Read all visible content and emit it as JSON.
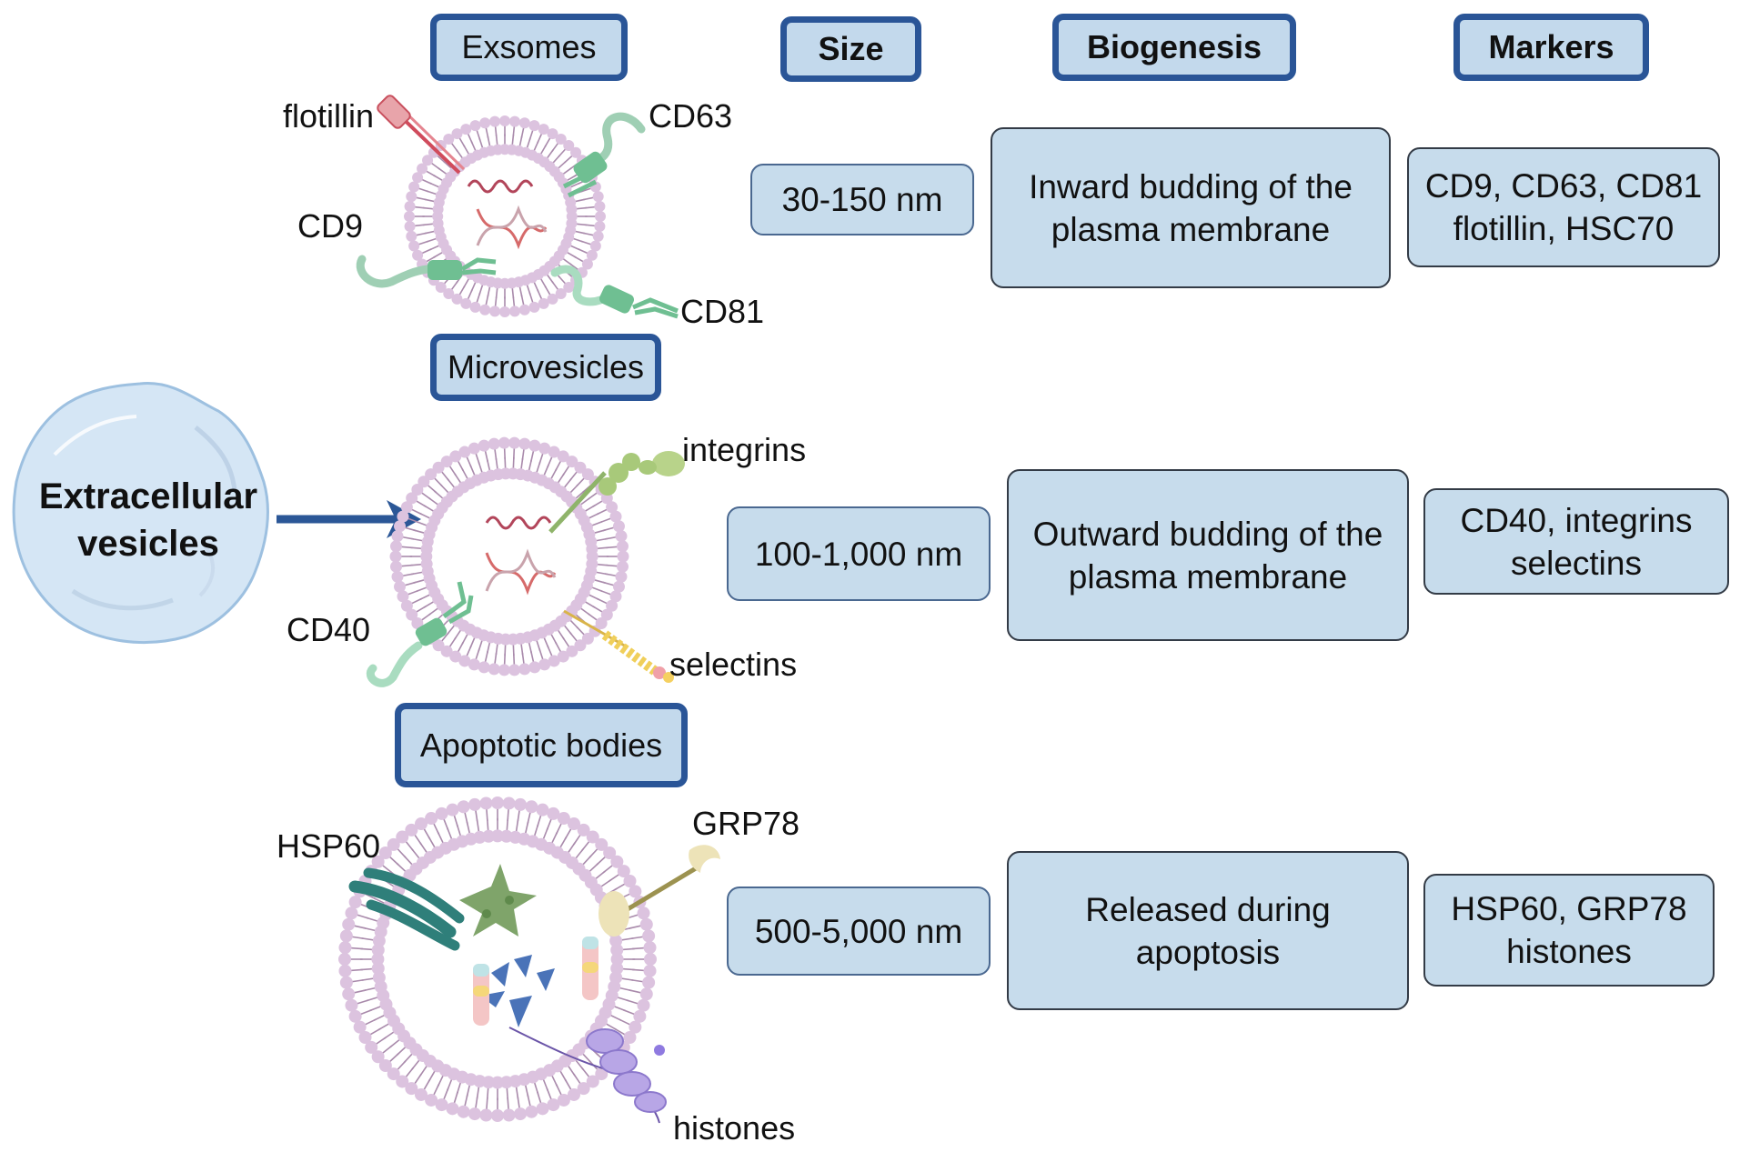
{
  "headers": {
    "exosomes": "Exsomes",
    "size": "Size",
    "biogenesis": "Biogenesis",
    "markers": "Markers",
    "microvesicles": "Microvesicles",
    "apoptotic_bodies": "Apoptotic bodies"
  },
  "extracellular_vesicles": {
    "line1": "Extracellular",
    "line2": "vesicles"
  },
  "rows": [
    {
      "type": "Exosomes",
      "size": "30-150 nm",
      "biogenesis": [
        "Inward budding of the",
        "plasma membrane"
      ],
      "markers": [
        "CD9, CD63, CD81",
        "flotillin, HSC70"
      ],
      "protein_labels": [
        "flotillin",
        "CD63",
        "CD9",
        "CD81"
      ]
    },
    {
      "type": "Microvesicles",
      "size": "100-1,000 nm",
      "biogenesis": [
        "Outward budding of the",
        "plasma membrane"
      ],
      "markers": [
        "CD40, integrins",
        "selectins"
      ],
      "protein_labels": [
        "integrins",
        "CD40",
        "selectins"
      ]
    },
    {
      "type": "Apoptotic bodies",
      "size": "500-5,000 nm",
      "biogenesis": [
        "Released during",
        "apoptosis"
      ],
      "markers": [
        "HSP60, GRP78",
        "histones"
      ],
      "protein_labels": [
        "HSP60",
        "GRP78",
        "histones"
      ]
    }
  ],
  "colors": {
    "header_border": "#2a5597",
    "box_fill": "#c7dcec",
    "arrow": "#2b5797",
    "membrane_head": "#dcc3df",
    "membrane_tail": "#a98aab",
    "cell_fill": "#d5e6f5"
  }
}
